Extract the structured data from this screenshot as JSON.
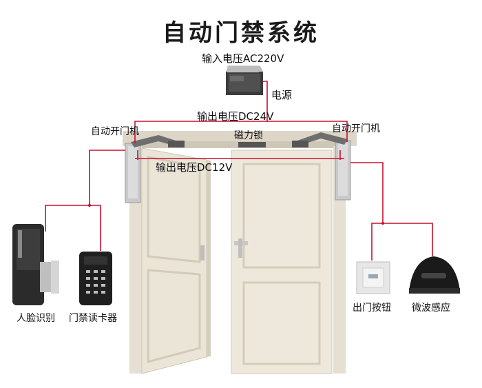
{
  "title": "自动门禁系统",
  "labels": {
    "input_voltage": "输入电压AC220V",
    "power_supply": "电源",
    "output_dc24": "输出电压DC24V",
    "opener_left": "自动开门机",
    "opener_right": "自动开门机",
    "magnetic_lock": "磁力锁",
    "output_dc12": "输出电压DC12V",
    "face_recognition": "人脸识别",
    "card_reader": "门禁读卡器",
    "exit_button": "出门按钮",
    "microwave_sensor": "微波感应"
  },
  "colors": {
    "wire": "#c8102e",
    "door": "#ece6da",
    "frame": "#e2dccf"
  }
}
